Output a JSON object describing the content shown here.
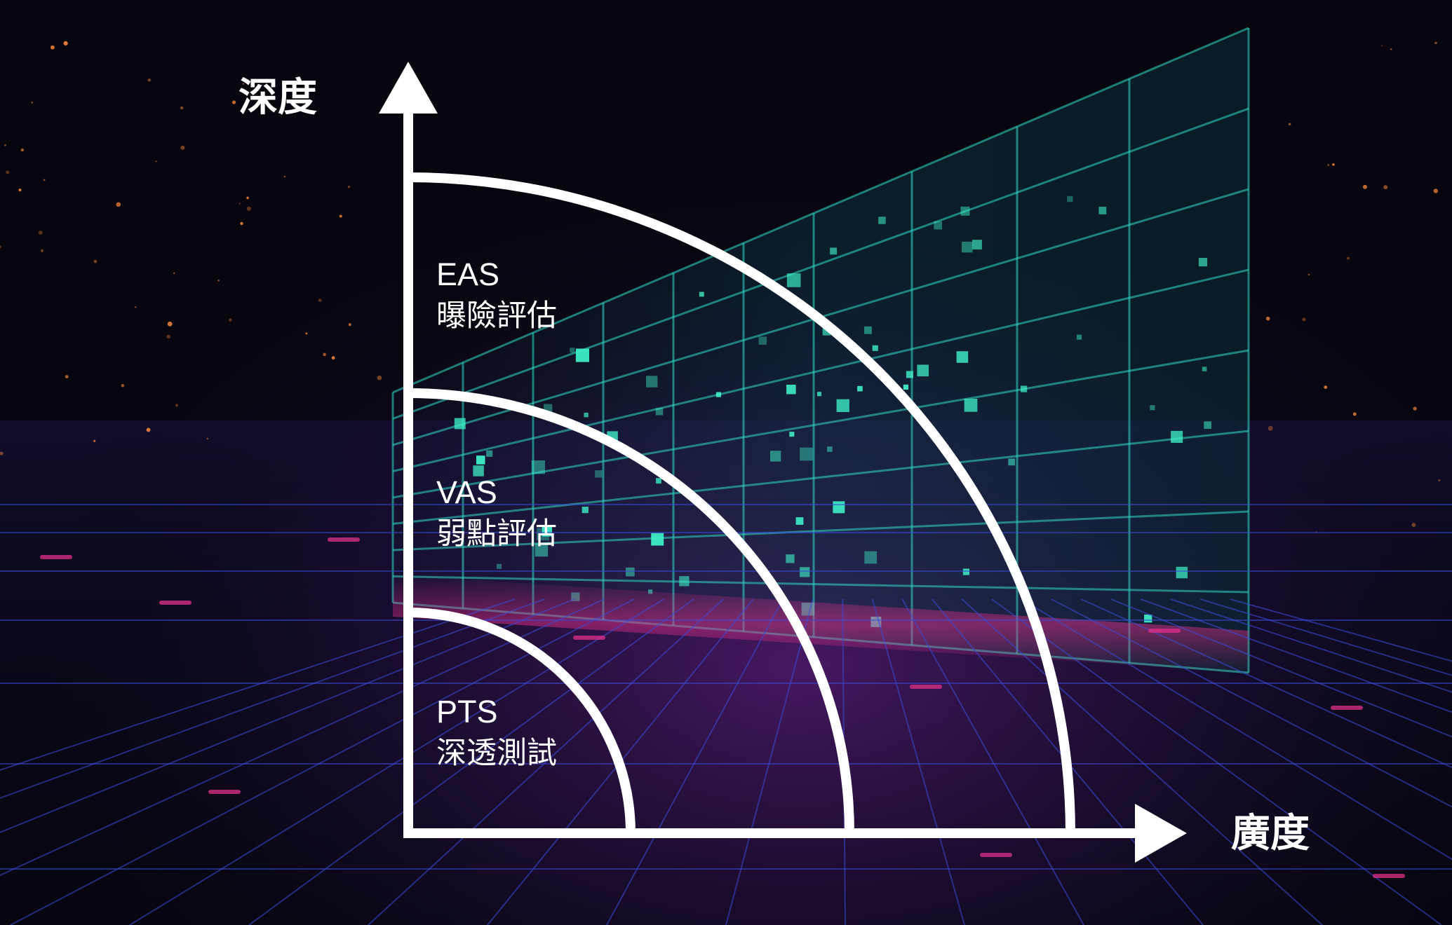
{
  "axes": {
    "y_label": "深度",
    "x_label": "廣度"
  },
  "zones": [
    {
      "code": "EAS",
      "name": "曝險評估"
    },
    {
      "code": "VAS",
      "name": "弱點評估"
    },
    {
      "code": "PTS",
      "name": "深透測試"
    }
  ],
  "colors": {
    "background": "#07060f",
    "foreground": "#ffffff",
    "grid_cyan": "#2fd9c4",
    "grid_magenta": "#e0308a",
    "grid_blue": "#3a4bd8"
  }
}
